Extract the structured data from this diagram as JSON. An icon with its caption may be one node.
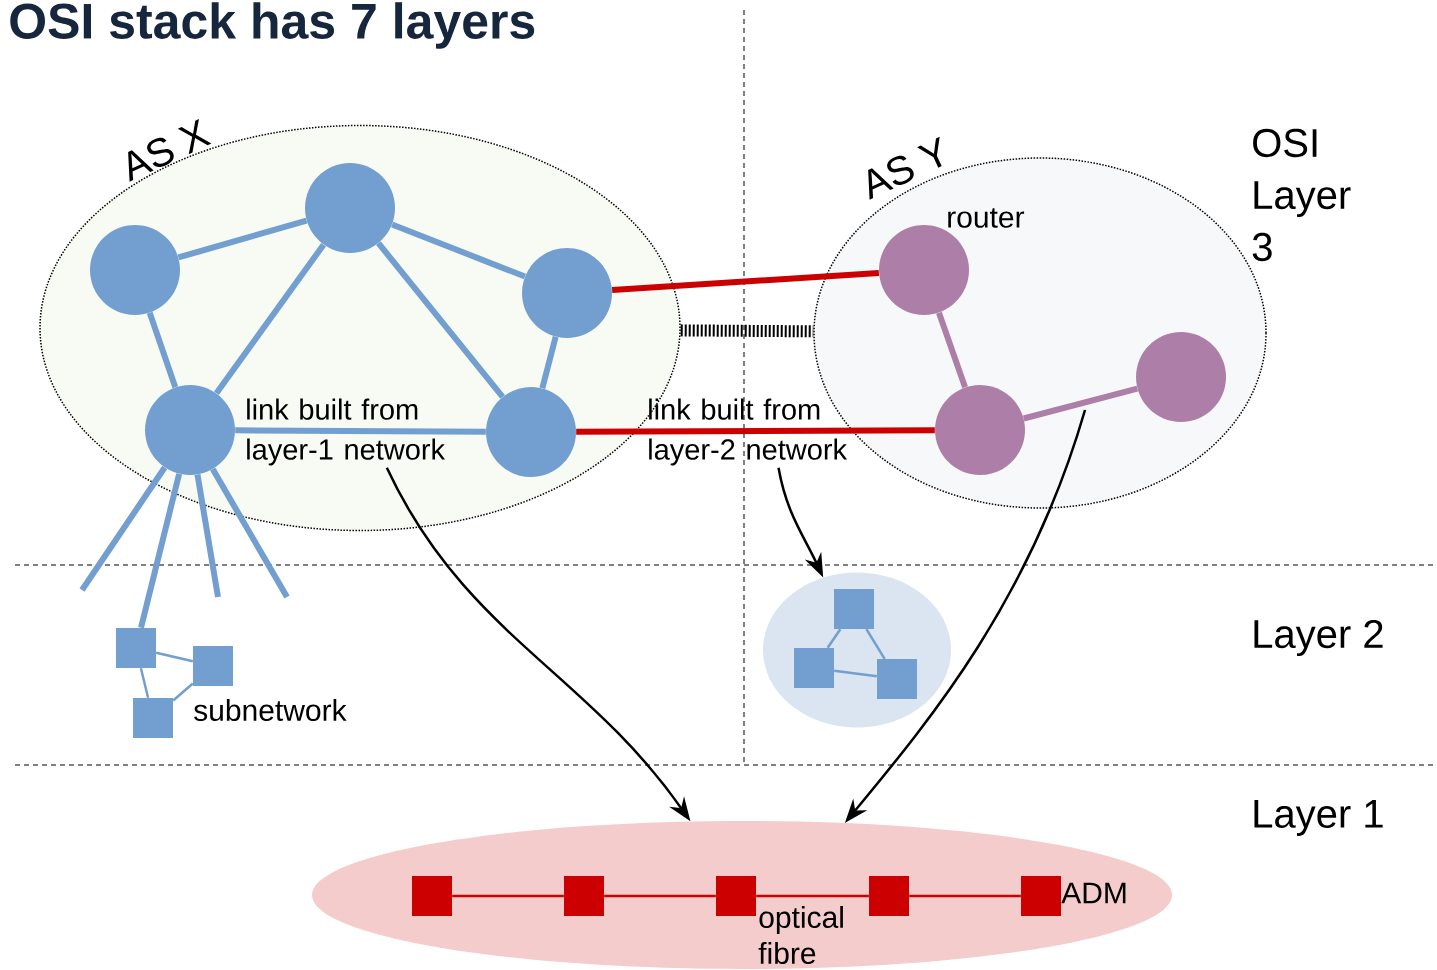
{
  "diagram": {
    "title": "OSI stack has 7 layers",
    "nodes": [
      {
        "text": [
          "AS X"
        ]
      },
      {
        "text": [],
        "shape": "circle",
        "in": 0
      },
      {
        "text": [],
        "shape": "circle",
        "in": 0
      },
      {
        "text": [],
        "shape": "circle",
        "in": 0
      },
      {
        "text": [],
        "shape": "circle",
        "in": 0
      },
      {
        "text": [],
        "shape": "circle",
        "in": 0
      },
      {
        "text": [
          "AS Y"
        ]
      },
      {
        "text": [],
        "shape": "circle",
        "in": 6,
        "beside": [
          "router"
        ]
      },
      {
        "text": [],
        "shape": "circle",
        "in": 6
      },
      {
        "text": [],
        "shape": "circle",
        "in": 6
      },
      {
        "text": [],
        "shape": "ellipse"
      },
      {
        "text": [],
        "shape": "box",
        "in": 10
      },
      {
        "text": [],
        "shape": "box",
        "in": 10
      },
      {
        "text": [],
        "shape": "box",
        "in": 10
      },
      {
        "text": [],
        "shape": "box"
      },
      {
        "text": [],
        "shape": "box"
      },
      {
        "text": [],
        "shape": "box"
      },
      {
        "text": [],
        "shape": "ellipse"
      },
      {
        "text": [],
        "shape": "box",
        "in": 17
      },
      {
        "text": [],
        "shape": "box",
        "in": 17
      },
      {
        "text": [],
        "shape": "box",
        "in": 17
      },
      {
        "text": [],
        "shape": "box",
        "in": 17
      },
      {
        "text": [],
        "shape": "box",
        "in": 17,
        "beside": [
          "ADM"
        ]
      },
      {
        "text": [
          "link built from layer-1 network"
        ],
        "in": 0
      },
      {
        "text": [
          "link built from layer-2 network"
        ]
      }
    ],
    "edges": [
      {
        "from": 1,
        "to": 2,
        "arrow": "none"
      },
      {
        "from": 2,
        "to": 3,
        "arrow": "none"
      },
      {
        "from": 1,
        "to": 4,
        "arrow": "none"
      },
      {
        "from": 2,
        "to": 4,
        "arrow": "none"
      },
      {
        "from": 2,
        "to": 5,
        "arrow": "none"
      },
      {
        "from": 3,
        "to": 5,
        "arrow": "none"
      },
      {
        "from": 4,
        "to": 5,
        "arrow": "none"
      },
      {
        "from": 4,
        "to": null,
        "arrow": "none"
      },
      {
        "from": 4,
        "to": 14,
        "arrow": "none"
      },
      {
        "from": 4,
        "to": null,
        "arrow": "none"
      },
      {
        "from": 4,
        "to": null,
        "arrow": "none"
      },
      {
        "from": 3,
        "to": 7,
        "arrow": "none",
        "color": "#cc0000"
      },
      {
        "from": 5,
        "to": 8,
        "arrow": "none",
        "color": "#cc0000"
      },
      {
        "from": 0,
        "to": 6,
        "arrow": "none",
        "style": "dashed",
        "color": "#000000"
      },
      {
        "from": 7,
        "to": 8,
        "arrow": "none",
        "color": "#ad7fa8"
      },
      {
        "from": 8,
        "to": 9,
        "arrow": "none",
        "color": "#ad7fa8"
      },
      {
        "from": 11,
        "to": 12,
        "arrow": "none"
      },
      {
        "from": 11,
        "to": 13,
        "arrow": "none"
      },
      {
        "from": 12,
        "to": 13,
        "arrow": "none"
      },
      {
        "from": 14,
        "to": 15,
        "arrow": "none"
      },
      {
        "from": 14,
        "to": 16,
        "arrow": "none"
      },
      {
        "from": 15,
        "to": 16,
        "arrow": "none"
      },
      {
        "from": 18,
        "to": 19,
        "arrow": "none",
        "color": "#cc0000"
      },
      {
        "from": 19,
        "to": 20,
        "arrow": "none",
        "color": "#cc0000"
      },
      {
        "from": 20,
        "to": 21,
        "arrow": "none",
        "color": "#cc0000"
      },
      {
        "from": 21,
        "to": 22,
        "arrow": "none",
        "color": "#cc0000"
      },
      {
        "from": 23,
        "to": 17,
        "arrow": "to",
        "color": "#000000"
      },
      {
        "from": 24,
        "to": 10,
        "arrow": "to",
        "color": "#000000"
      },
      {
        "from": null,
        "to": 17,
        "arrow": "to",
        "color": "#000000"
      }
    ],
    "labels": [
      "OSI Layer 3",
      "Layer 2",
      "Layer 1",
      "subnetwork",
      "optical fibre"
    ]
  }
}
